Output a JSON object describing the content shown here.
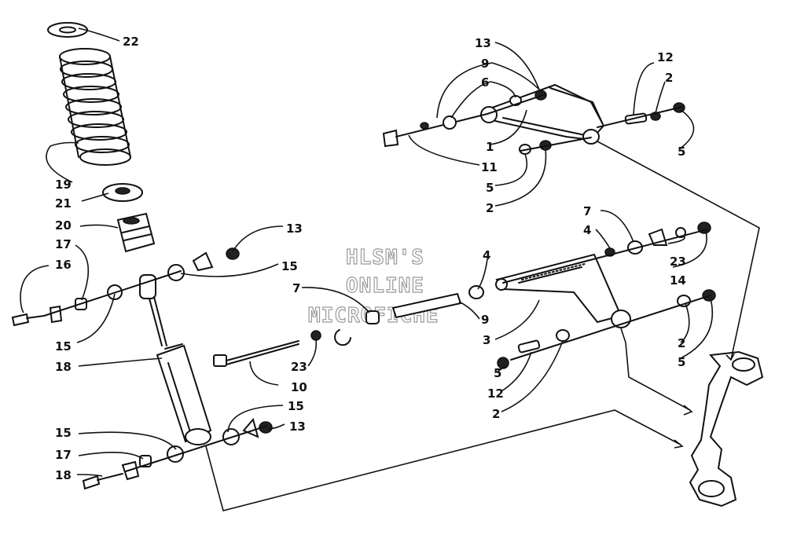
{
  "watermark": {
    "line1": "HLSM'S",
    "line2": "ONLINE",
    "line3": "MICROFICHE"
  },
  "callouts": {
    "c22": "22",
    "c19": "19",
    "c21": "21",
    "c20": "20",
    "c17a": "17",
    "c16": "16",
    "c13a": "13",
    "c15a": "15",
    "c15b": "15",
    "c18a": "18",
    "c15c": "15",
    "c13b": "13",
    "c15d": "15",
    "c17b": "17",
    "c18b": "18",
    "c7a": "7",
    "c4a": "4",
    "c9a": "9",
    "c23a": "23",
    "c10": "10",
    "c3": "3",
    "c7b": "7",
    "c4b": "4",
    "c23b": "23",
    "c14": "14",
    "c2a": "2",
    "c5a": "5",
    "c5b": "5",
    "c12a": "12",
    "c2b": "2",
    "c13c": "13",
    "c9b": "9",
    "c6": "6",
    "c1": "1",
    "c11": "11",
    "c5c": "5",
    "c2c": "2",
    "c12b": "12",
    "c2d": "2",
    "c5d": "5"
  }
}
